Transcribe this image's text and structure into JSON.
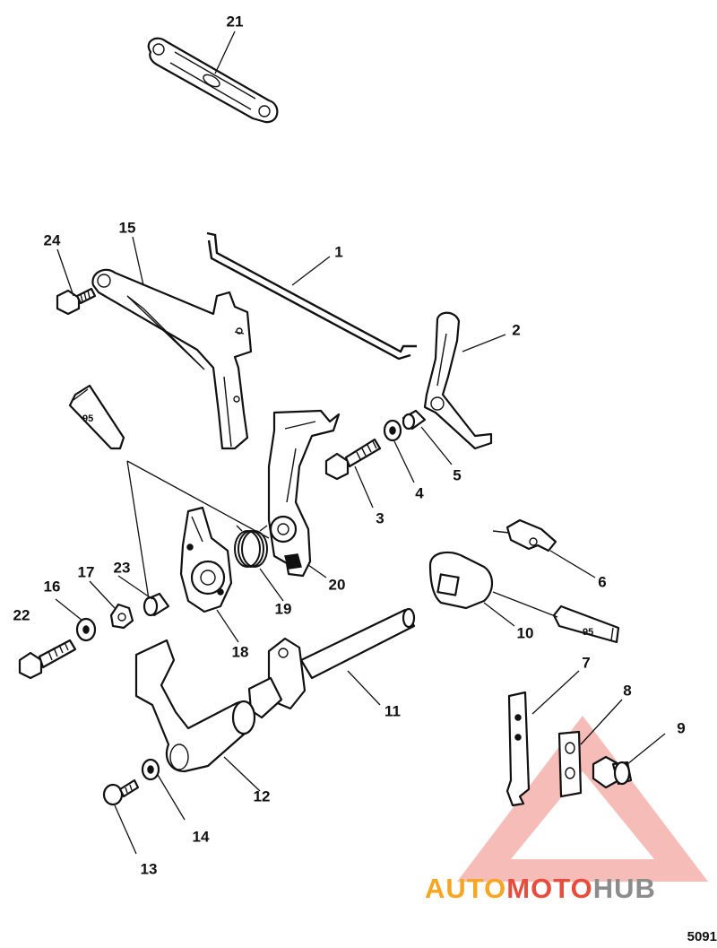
{
  "callouts": [
    {
      "id": "1",
      "label": "1"
    },
    {
      "id": "2",
      "label": "2"
    },
    {
      "id": "3",
      "label": "3"
    },
    {
      "id": "4",
      "label": "4"
    },
    {
      "id": "5",
      "label": "5"
    },
    {
      "id": "6",
      "label": "6"
    },
    {
      "id": "7",
      "label": "7"
    },
    {
      "id": "8",
      "label": "8"
    },
    {
      "id": "9",
      "label": "9"
    },
    {
      "id": "10",
      "label": "10"
    },
    {
      "id": "11",
      "label": "11"
    },
    {
      "id": "12",
      "label": "12"
    },
    {
      "id": "13",
      "label": "13"
    },
    {
      "id": "14",
      "label": "14"
    },
    {
      "id": "15",
      "label": "15"
    },
    {
      "id": "16",
      "label": "16"
    },
    {
      "id": "17",
      "label": "17"
    },
    {
      "id": "18",
      "label": "18"
    },
    {
      "id": "19",
      "label": "19"
    },
    {
      "id": "20",
      "label": "20"
    },
    {
      "id": "21",
      "label": "21"
    },
    {
      "id": "22",
      "label": "22"
    },
    {
      "id": "23",
      "label": "23"
    },
    {
      "id": "24",
      "label": "24"
    }
  ],
  "lubricant_tubes": [
    {
      "id": "tube-left",
      "label": "95"
    },
    {
      "id": "tube-right",
      "label": "95"
    }
  ],
  "figure_id": "5091",
  "watermark": {
    "part1": "AUTO",
    "part2": "MOTO",
    "part3": "HUB"
  },
  "colors": {
    "ink": "#111111",
    "watermark_orange": "#f5a623",
    "watermark_red": "#e74c3c",
    "watermark_gray": "#8c8c8c"
  }
}
